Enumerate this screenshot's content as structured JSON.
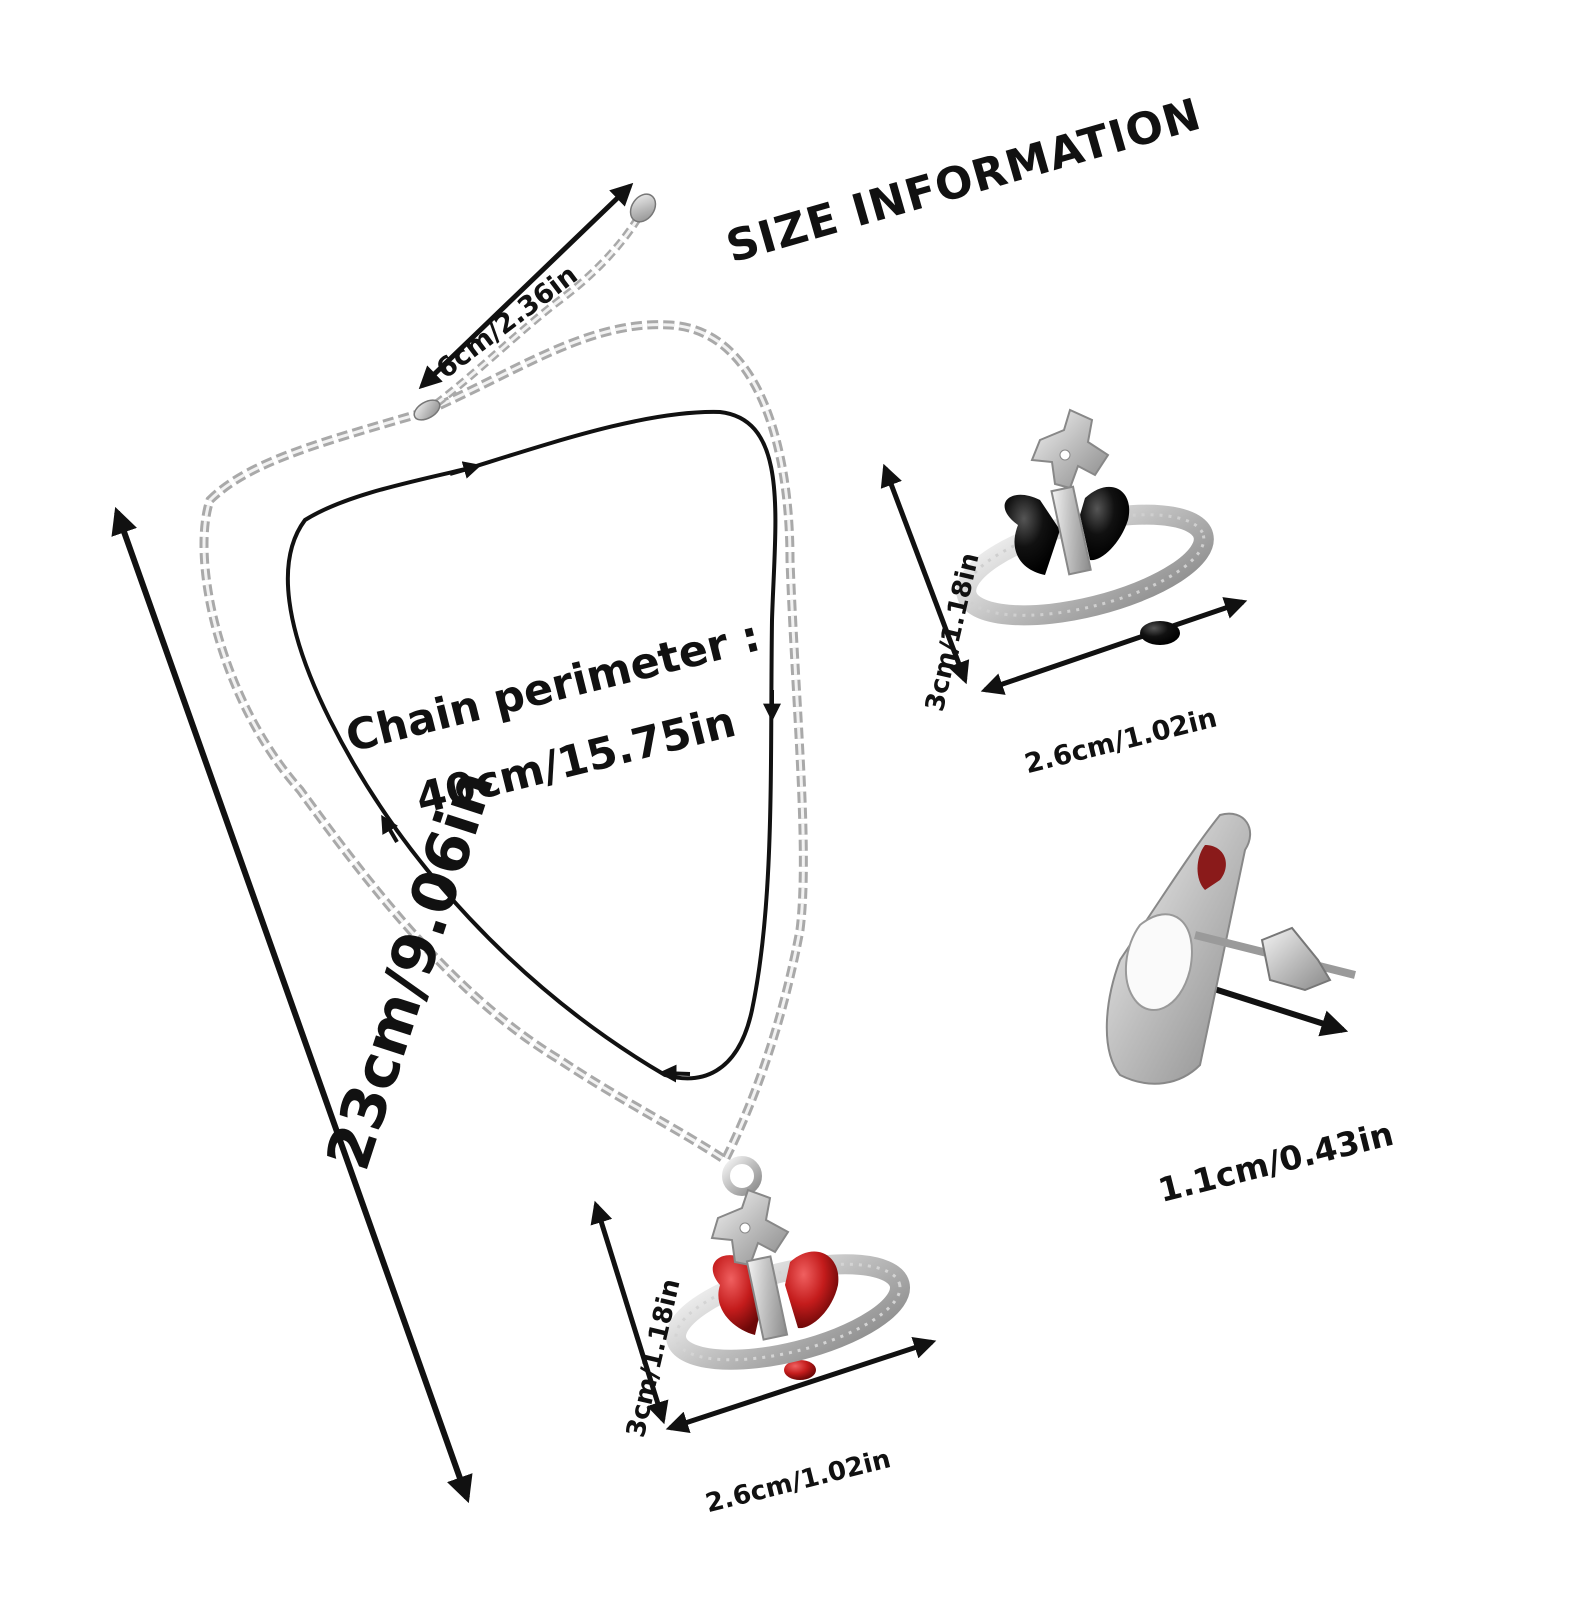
{
  "title": "SIZE INFORMATION",
  "labels": {
    "extender_length": "6cm/2.36in",
    "chain_perimeter_heading": "Chain perimeter :",
    "chain_perimeter_value": "40cm/15.75in",
    "total_length": "23cm/9.06in",
    "earring_front_height": "3cm/1.18in",
    "earring_front_width": "2.6cm/1.02in",
    "earring_side_depth": "1.1cm/0.43in",
    "pendant_height": "3cm/1.18in",
    "pendant_width": "2.6cm/1.02in"
  },
  "colors": {
    "text": "#111111",
    "silver": "#b8b8b8",
    "enamel_black": "#111111",
    "enamel_red": "#b01818",
    "background": "#ffffff"
  }
}
